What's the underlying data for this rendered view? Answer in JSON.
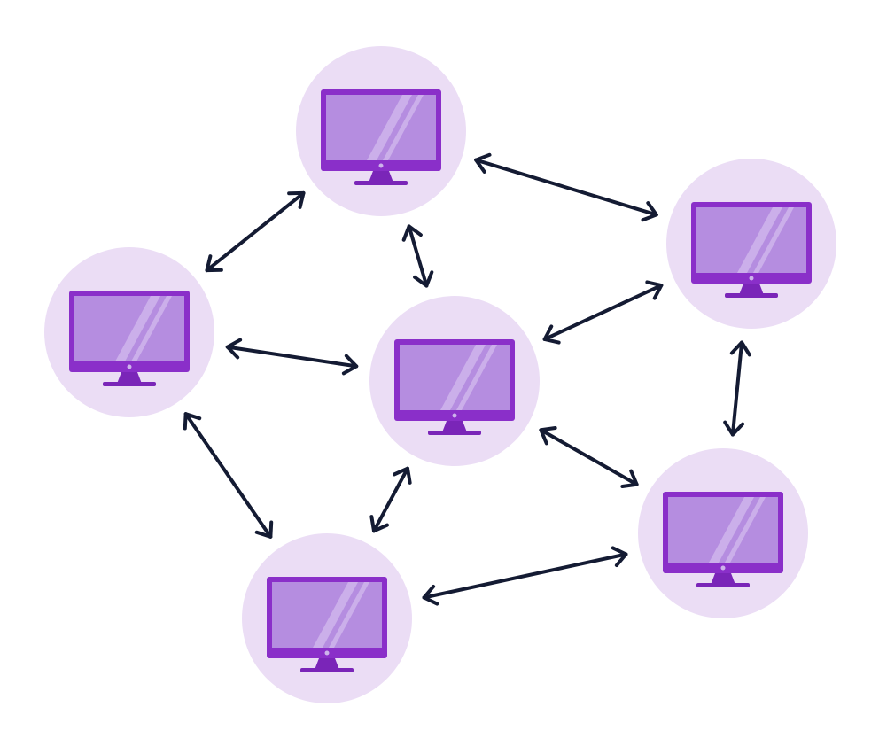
{
  "diagram": {
    "type": "peer-to-peer-network",
    "colors": {
      "node_fill": "#EBDDF5",
      "screen_fill": "#B58DE0",
      "screen_glare": "#CDB3EB",
      "monitor_frame": "#8A2FC9",
      "stand": "#7A25B8",
      "arrow": "#141B33",
      "background": "#FFFFFF"
    },
    "node_icon": "desktop-monitor-icon",
    "nodes": [
      {
        "id": "top"
      },
      {
        "id": "left"
      },
      {
        "id": "center"
      },
      {
        "id": "right"
      },
      {
        "id": "bottom-right"
      },
      {
        "id": "bottom"
      }
    ],
    "links": [
      {
        "from": "left",
        "to": "top",
        "direction": "both"
      },
      {
        "from": "top",
        "to": "center",
        "direction": "both"
      },
      {
        "from": "top",
        "to": "right",
        "direction": "both"
      },
      {
        "from": "left",
        "to": "center",
        "direction": "both"
      },
      {
        "from": "center",
        "to": "right",
        "direction": "both"
      },
      {
        "from": "left",
        "to": "bottom",
        "direction": "both"
      },
      {
        "from": "bottom",
        "to": "center",
        "direction": "both"
      },
      {
        "from": "center",
        "to": "bottom-right",
        "direction": "both"
      },
      {
        "from": "right",
        "to": "bottom-right",
        "direction": "both"
      },
      {
        "from": "bottom",
        "to": "bottom-right",
        "direction": "both"
      }
    ]
  }
}
